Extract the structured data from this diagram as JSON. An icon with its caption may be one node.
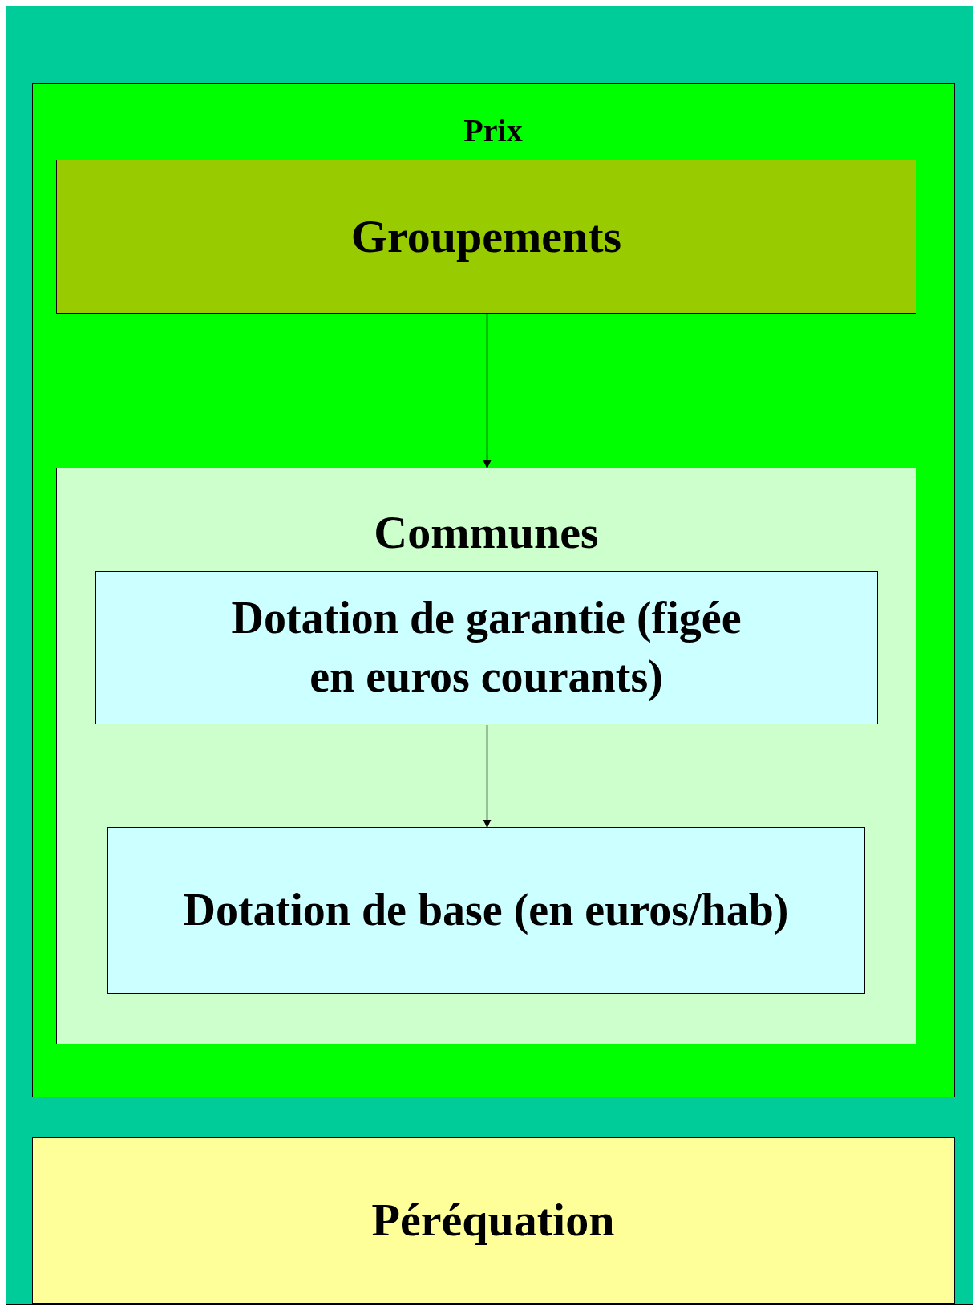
{
  "diagram": {
    "nodes": [
      {
        "text": [],
        "shape": "box"
      },
      {
        "text": [
          "Prix"
        ],
        "in": 0
      },
      {
        "text": [
          "Groupements"
        ],
        "in": 1
      },
      {
        "text": [
          "Communes"
        ],
        "in": 1
      },
      {
        "text": [
          "Dotation de garantie (figée en euros courants)"
        ],
        "in": 3
      },
      {
        "text": [
          "Dotation de base (en euros/hab)"
        ],
        "in": 3
      },
      {
        "text": [
          "Péréquation"
        ],
        "in": 0
      }
    ],
    "edges": [
      {
        "from": 2,
        "to": 3,
        "arrow": "to"
      },
      {
        "from": 4,
        "to": 5,
        "arrow": "to"
      }
    ]
  }
}
